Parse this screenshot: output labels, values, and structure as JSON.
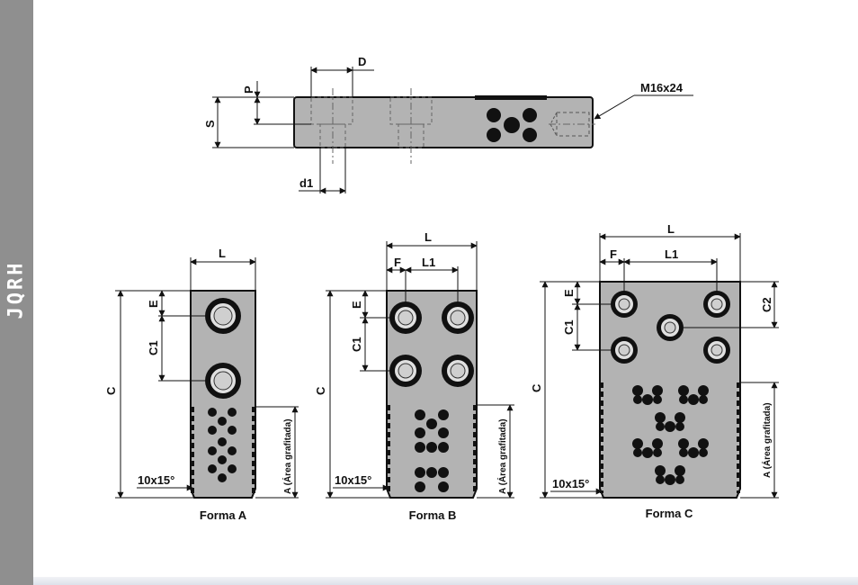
{
  "sidebar": {
    "label": "JQRH",
    "color": "#8f8f8f"
  },
  "drawing": {
    "top_view": {
      "labels": {
        "D": "D",
        "P": "P",
        "S": "S",
        "d1": "d1",
        "thread": "M16x24"
      }
    },
    "forma_a": {
      "caption": "Forma A",
      "labels": {
        "L": "L",
        "E": "E",
        "C1": "C1",
        "C": "C",
        "chamfer": "10x15°",
        "area": "A (Área grafitada)"
      }
    },
    "forma_b": {
      "caption": "Forma B",
      "labels": {
        "L": "L",
        "F": "F",
        "L1": "L1",
        "E": "E",
        "C1": "C1",
        "C": "C",
        "chamfer": "10x15°",
        "area": "A (Área grafitada)"
      }
    },
    "forma_c": {
      "caption": "Forma C",
      "labels": {
        "L": "L",
        "F": "F",
        "L1": "L1",
        "E": "E",
        "C1": "C1",
        "C2": "C2",
        "C": "C",
        "chamfer": "10x15°",
        "area": "A (Área grafitada)"
      }
    }
  },
  "colors": {
    "plate": "#b3b3b3",
    "outline": "#111111"
  }
}
